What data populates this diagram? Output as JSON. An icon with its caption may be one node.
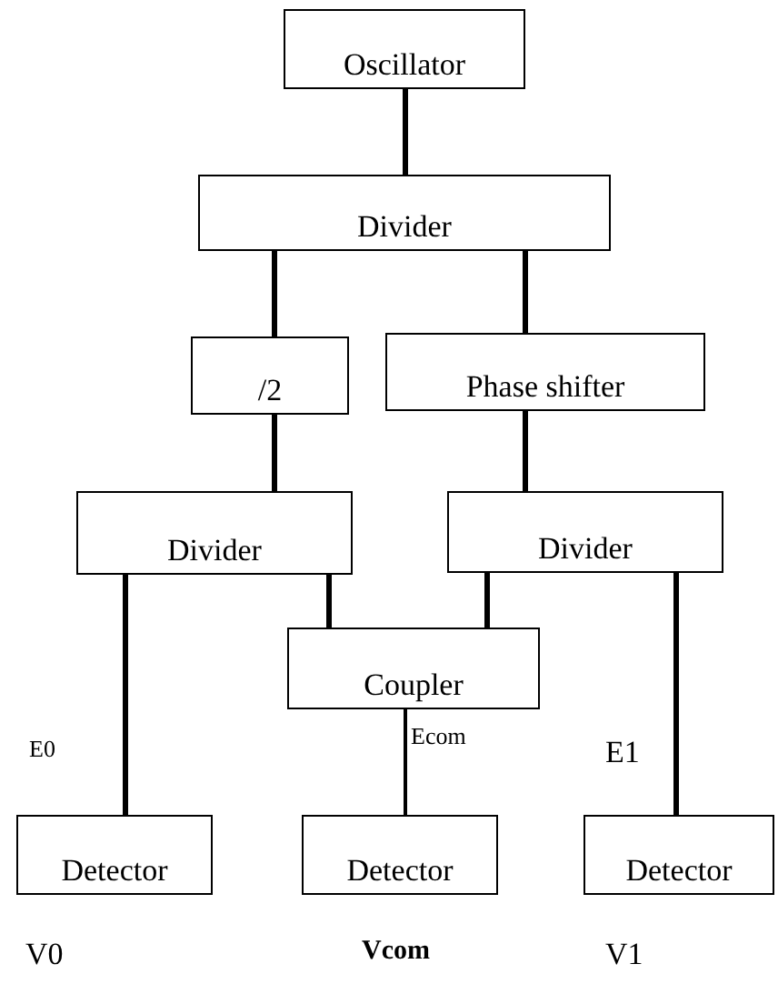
{
  "diagram": {
    "nodes": [
      {
        "text": [
          "Oscillator"
        ]
      },
      {
        "text": [
          "Divider"
        ]
      },
      {
        "text": [
          "/2"
        ]
      },
      {
        "text": [
          "Phase shifter"
        ]
      },
      {
        "text": [
          "Divider"
        ]
      },
      {
        "text": [
          "Divider"
        ]
      },
      {
        "text": [
          "Coupler"
        ]
      },
      {
        "text": [
          "Detector"
        ],
        "beside": [
          "V0"
        ]
      },
      {
        "text": [
          "Detector"
        ],
        "beside": [
          "Vcom"
        ]
      },
      {
        "text": [
          "Detector"
        ],
        "beside": [
          "V1"
        ]
      }
    ],
    "edges": [
      {
        "from": 0,
        "to": 1,
        "arrow": "none"
      },
      {
        "from": 1,
        "to": 2,
        "arrow": "none"
      },
      {
        "from": 1,
        "to": 3,
        "arrow": "none"
      },
      {
        "from": 2,
        "to": 4,
        "arrow": "none"
      },
      {
        "from": 3,
        "to": 5,
        "arrow": "none"
      },
      {
        "from": 4,
        "to": 7,
        "arrow": "none",
        "label": "E0"
      },
      {
        "from": 4,
        "to": 6,
        "arrow": "none"
      },
      {
        "from": 5,
        "to": 6,
        "arrow": "none"
      },
      {
        "from": 6,
        "to": 8,
        "arrow": "none",
        "label": "Ecom"
      },
      {
        "from": 5,
        "to": 9,
        "arrow": "none",
        "label": "E1"
      }
    ]
  }
}
